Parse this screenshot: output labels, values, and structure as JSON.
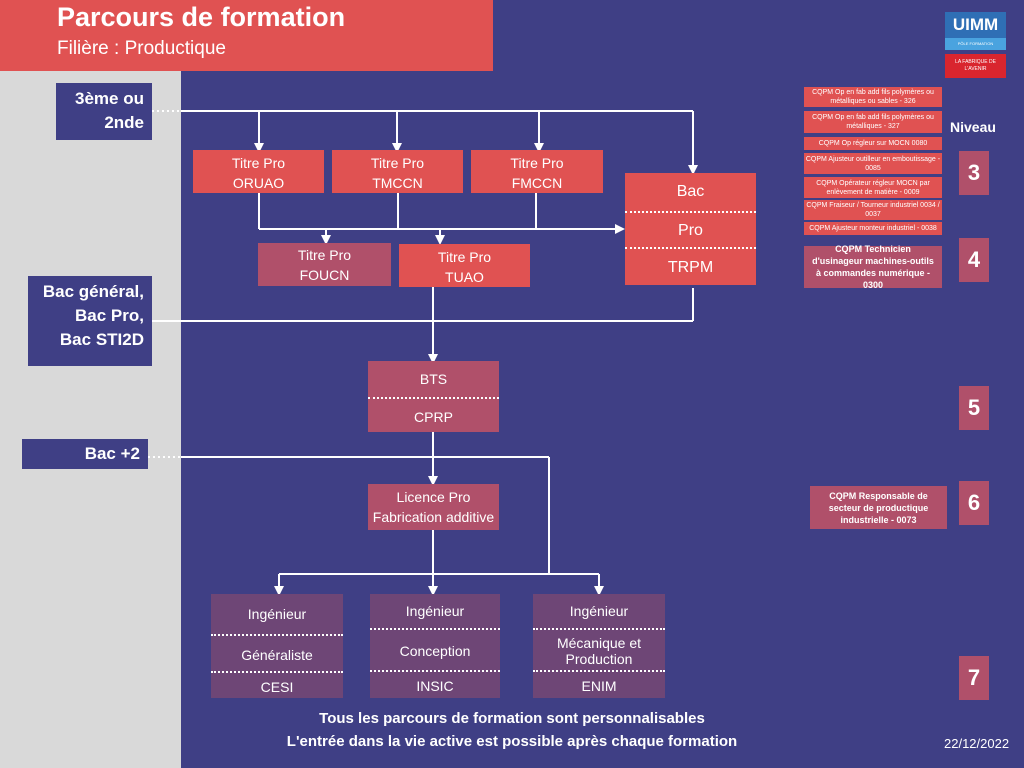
{
  "header": {
    "title": "Parcours de formation",
    "subtitle": "Filière : Productique"
  },
  "logo": {
    "text": "UIMM",
    "sub1": "PÔLE FORMATION",
    "sub2": "LA FABRIQUE DE L'AVENIR",
    "color_blue": "#2f6fb5",
    "color_red": "#d9252e"
  },
  "entries": {
    "e1": [
      "3ème ou",
      "2nde"
    ],
    "e2": [
      "Bac général,",
      "Bac Pro,",
      "Bac STI2D"
    ],
    "e3": "Bac +2"
  },
  "titres": {
    "oruao": [
      "Titre Pro",
      "ORUAO"
    ],
    "tmccn": [
      "Titre Pro",
      "TMCCN"
    ],
    "fmccn": [
      "Titre Pro",
      "FMCCN"
    ],
    "foucn": [
      "Titre Pro",
      "FOUCN"
    ],
    "tuao": [
      "Titre Pro",
      "TUAO"
    ]
  },
  "bac": [
    "Bac",
    "Pro",
    "TRPM"
  ],
  "bts": [
    "BTS",
    "CPRP"
  ],
  "licence": [
    "Licence Pro",
    "Fabrication additive"
  ],
  "ingenieurs": [
    [
      "Ingénieur",
      "Généraliste",
      "CESI"
    ],
    [
      "Ingénieur",
      "Conception",
      "INSIC"
    ],
    [
      "Ingénieur",
      "Mécanique et Production",
      "ENIM"
    ]
  ],
  "niveau_label": "Niveau",
  "levels": [
    "3",
    "4",
    "5",
    "6",
    "7"
  ],
  "cqpm3": [
    "CQPM Op en fab add fils polymères ou métalliques ou sables - 326",
    "CQPM Op en fab add fils polymères ou métalliques  - 327",
    "CQPM Op régleur sur MOCN 0080",
    "CQPM Ajusteur outilleur en emboutissage - 0085",
    "CQPM Opérateur régleur MOCN par enlèvement de matière - 0009",
    "CQPM Fraiseur / Tourneur industriel 0034 / 0037",
    "CQPM Ajusteur monteur industriel - 0038"
  ],
  "cqpm4": "CQPM Technicien d'usinageur machines-outils à commandes numérique - 0300",
  "cqpm6": "CQPM Responsable de secteur de productique industrielle - 0073",
  "footer": {
    "line1": "Tous les parcours de formation sont personnalisables",
    "line2": "L'entrée dans la vie active est possible après chaque formation",
    "date": "22/12/2022"
  },
  "colors": {
    "background": "#3f3f85",
    "left_panel": "#d9d9d9",
    "red": "#e05252",
    "mauve": "#b0506a",
    "purple": "#6e4676"
  }
}
